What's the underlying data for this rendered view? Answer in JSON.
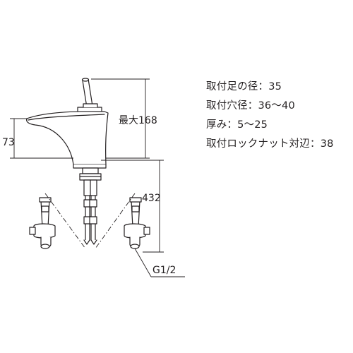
{
  "drawing": {
    "labels": {
      "max_height": "最大168",
      "spout_height": "73",
      "supply_length": "432",
      "thread": "G1/2"
    }
  },
  "specs": [
    "取付足の径：35",
    "取付穴径：36～40",
    "厚み：5～25",
    "取付ロックナット対辺：38"
  ]
}
